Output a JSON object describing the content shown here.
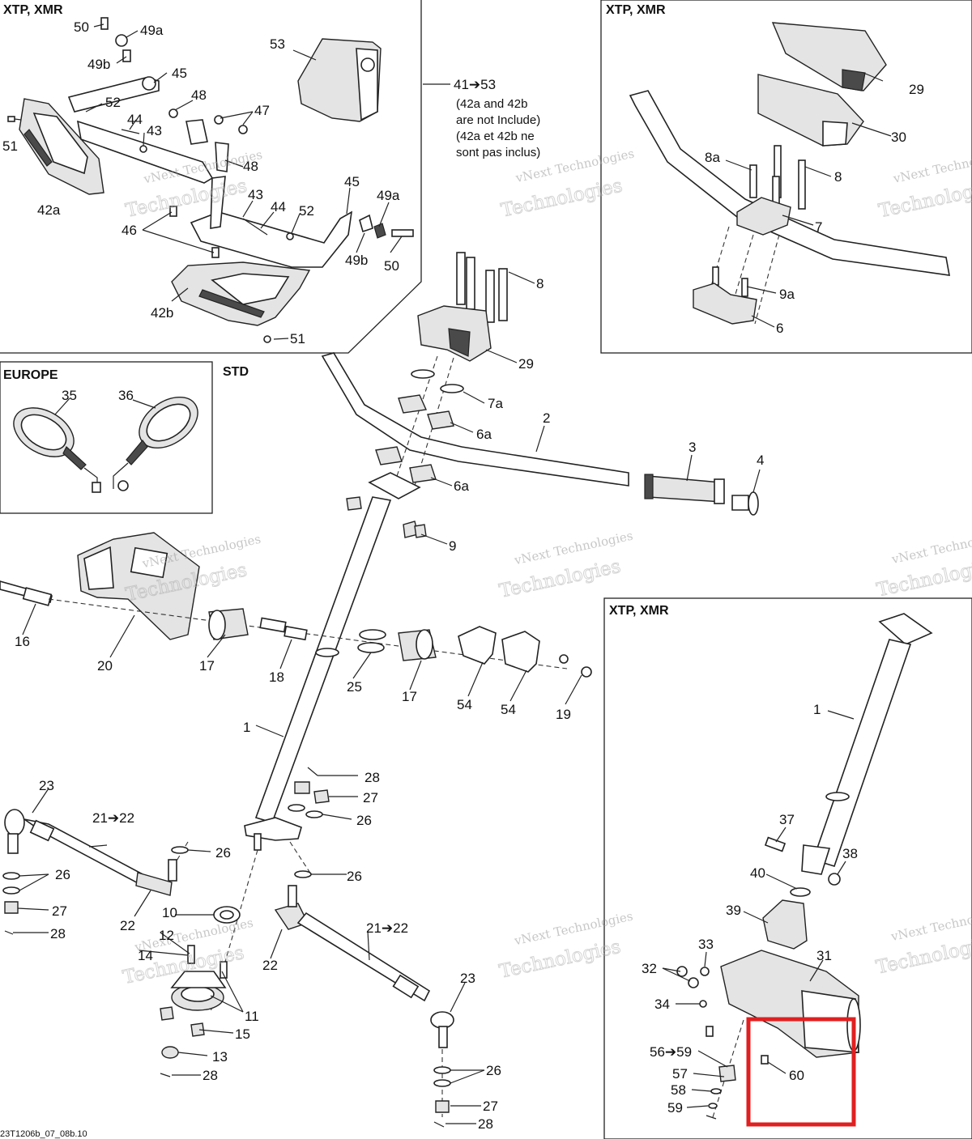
{
  "sections": {
    "top_left": "XTP, XMR",
    "top_right": "XTP, XMR",
    "europe": "EUROPE",
    "std": "STD",
    "bottom_right": "XTP, XMR"
  },
  "kit_note": {
    "range": "41➔53",
    "lines": [
      "(42a and 42b",
      "are not Include)",
      "(42a et 42b ne",
      "sont pas inclus)"
    ]
  },
  "watermark": {
    "line1": "vNext Technologies",
    "line2": "Technologies"
  },
  "reference": "23T1206b_07_08b.10",
  "highlight": {
    "part": "60",
    "color": "#e02020"
  },
  "labels": {
    "l50a": "50",
    "l49a_a": "49a",
    "l49b_a": "49b",
    "l45a": "45",
    "l53": "53",
    "l52a": "52",
    "l44a": "44",
    "l43a": "43",
    "l48a": "48",
    "l47": "47",
    "l51a": "51",
    "l48b": "48",
    "l42a": "42a",
    "l45b": "45",
    "l49a_b": "49a",
    "l43b": "43",
    "l44b": "44",
    "l52b": "52",
    "l46": "46",
    "l49b_b": "49b",
    "l50b": "50",
    "l42b": "42b",
    "l51b": "51",
    "l29a": "29",
    "l30": "30",
    "l8a_a": "8a",
    "l8a": "8",
    "l7": "7",
    "l9a": "9a",
    "l6": "6",
    "l35": "35",
    "l36": "36",
    "l8b": "8",
    "l29b": "29",
    "l7a": "7a",
    "l6a_a": "6a",
    "l2": "2",
    "l3": "3",
    "l4": "4",
    "l6a_b": "6a",
    "l9": "9",
    "l16": "16",
    "l20": "20",
    "l17a": "17",
    "l18": "18",
    "l25": "25",
    "l17b": "17",
    "l54a": "54",
    "l54b": "54",
    "l19": "19",
    "l1a": "1",
    "l28a": "28",
    "l27a": "27",
    "l26a": "26",
    "l23a": "23",
    "l21a": "21➔22",
    "l26b": "26",
    "l26c": "26",
    "l27b": "27",
    "l28b": "28",
    "l22a": "22",
    "l26d": "26",
    "l10": "10",
    "l12": "12",
    "l14": "14",
    "l22b": "22",
    "l21b": "21➔22",
    "l11": "11",
    "l15": "15",
    "l13": "13",
    "l28c": "28",
    "l23b": "23",
    "l26e": "26",
    "l27c": "27",
    "l28d": "28",
    "l1b": "1",
    "l37": "37",
    "l38": "38",
    "l40": "40",
    "l39": "39",
    "l33": "33",
    "l31": "31",
    "l32": "32",
    "l34": "34",
    "l56": "56➔59",
    "l57": "57",
    "l58": "58",
    "l59": "59",
    "l60": "60"
  }
}
